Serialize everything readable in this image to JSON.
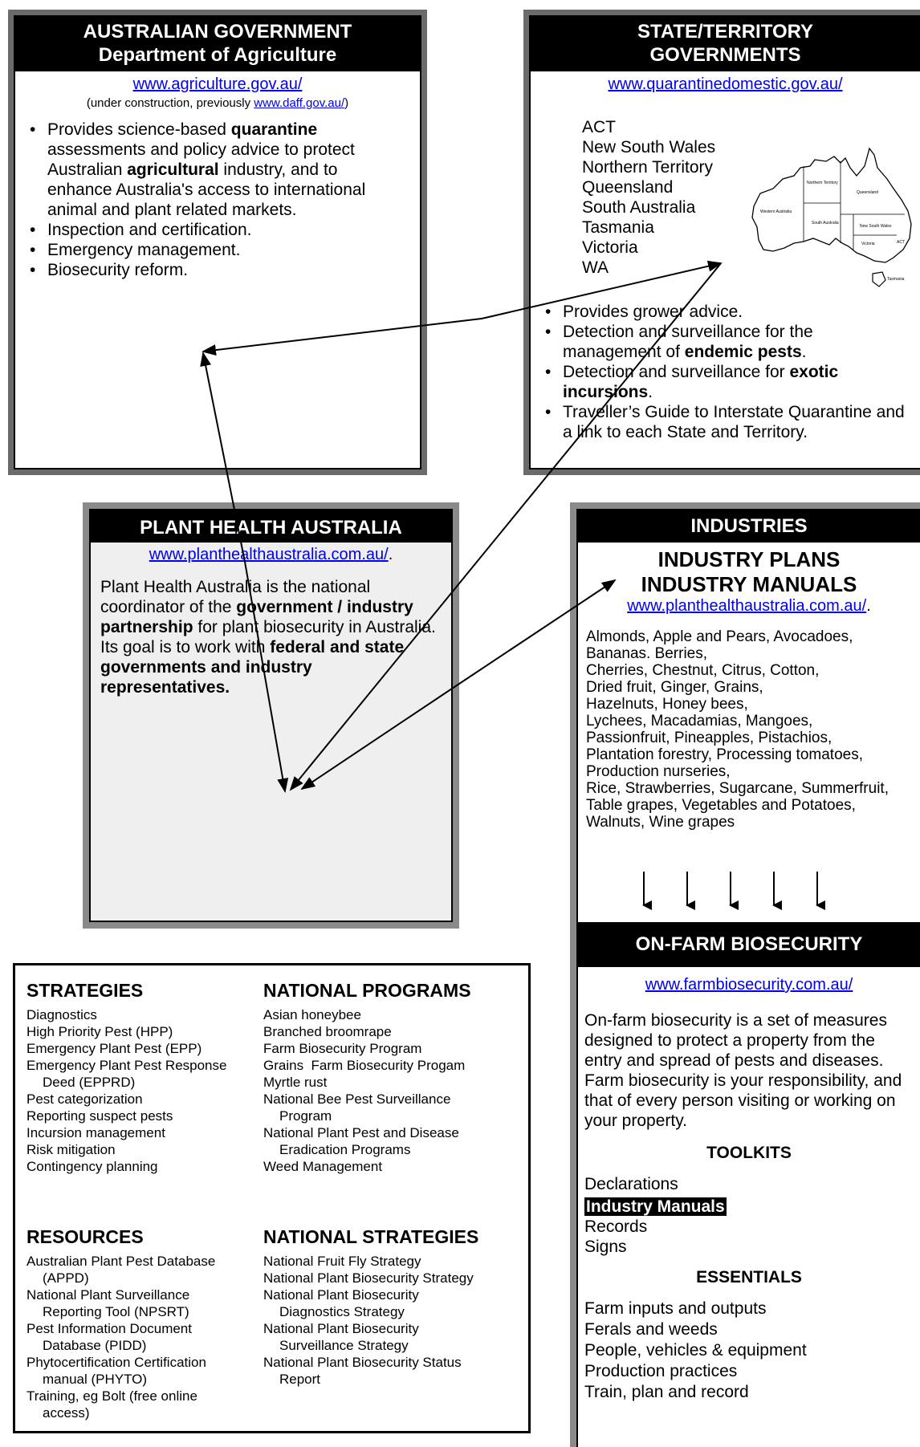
{
  "aus_gov": {
    "title_1": "AUSTRALIAN GOVERNMENT",
    "title_2": "Department of Agriculture",
    "url": "www.agriculture.gov.au/",
    "note_pre": "(under construction, previously ",
    "note_link": "www.daff.gov.au/",
    "note_post": ")",
    "bullets": [
      {
        "p1": "Provides science-based ",
        "b1": "quarantine",
        "p2": " assessments and policy advice to protect Australian ",
        "b2": "agricultural",
        "p3": " industry, and to enhance Australia's access to international animal and plant related markets."
      },
      {
        "p1": "Inspection and certification."
      },
      {
        "p1": "Emergency management."
      },
      {
        "p1": "Biosecurity reform."
      }
    ]
  },
  "state_gov": {
    "title_1": "STATE/TERRITORY",
    "title_2": "GOVERNMENTS",
    "url": "www.quarantinedomestic.gov.au/",
    "states": [
      "ACT",
      "New South Wales",
      "Northern Territory",
      "Queensland",
      "South Australia",
      "Tasmania",
      "Victoria",
      "WA"
    ],
    "map_labels": [
      "Northern Territory",
      "Queensland",
      "Western Australia",
      "South Australia",
      "New South Wales",
      "Victoria",
      "ACT",
      "Tasmania"
    ],
    "bullets": [
      {
        "p1": "Provides grower advice."
      },
      {
        "p1": "Detection and surveillance for the management of ",
        "b1": "endemic pests",
        "p2": "."
      },
      {
        "p1": "Detection and surveillance for ",
        "b1": "exotic incursions",
        "p2": "."
      },
      {
        "p1": "Traveller’s Guide to Interstate Quarantine and a link to each State and Territory."
      }
    ]
  },
  "pha": {
    "title": "PLANT HEALTH AUSTRALIA",
    "url": "www.planthealthaustralia.com.au/",
    "url_suffix": ".",
    "p1": "Plant Health Australia is the national coordinator of the ",
    "b1": "government / industry partnership",
    "p2": " for plant biosecurity in Australia.  Its goal is to work with ",
    "b2": "federal and state governments and industry representatives."
  },
  "industries": {
    "title": "INDUSTRIES",
    "sub_1": "INDUSTRY PLANS",
    "sub_2": "INDUSTRY MANUALS",
    "url": "www.planthealthaustralia.com.au/",
    "url_suffix": ".",
    "crops": [
      "Almonds, Apple and Pears, Avocadoes,",
      "Bananas. Berries,",
      "Cherries, Chestnut, Citrus, Cotton,",
      "Dried fruit, Ginger, Grains,",
      "Hazelnuts, Honey bees,",
      "Lychees, Macadamias, Mangoes,",
      "Passionfruit, Pineapples, Pistachios,",
      "Plantation forestry, Processing tomatoes,",
      "Production nurseries,",
      "Rice, Strawberries, Sugarcane, Summerfruit,",
      "Table grapes, Vegetables and Potatoes,",
      "Walnuts, Wine grapes"
    ]
  },
  "on_farm": {
    "title": "ON-FARM BIOSECURITY",
    "url": "www.farmbiosecurity.com.au/",
    "text": "On-farm biosecurity is a set of measures designed to protect a property from the entry and spread of pests and diseases. Farm biosecurity is your responsibility, and that of every person visiting or working on your property.",
    "toolkits_title": "TOOLKITS",
    "toolkits": [
      "Declarations",
      "Industry Manuals",
      "Records",
      "Signs"
    ],
    "essentials_title": "ESSENTIALS",
    "essentials": [
      "Farm inputs and outputs",
      "Ferals and weeds",
      "People, vehicles & equipment",
      "Production practices",
      "Train, plan and record"
    ]
  },
  "bottom": {
    "strategies_title": "STRATEGIES",
    "strategies": [
      "Diagnostics",
      "High Priority Pest (HPP)",
      "Emergency Plant Pest (EPP)",
      "Emergency Plant Pest Response",
      "Deed (EPPRD)",
      "Pest categorization",
      "Reporting suspect pests",
      "Incursion management",
      "Risk mitigation",
      "Contingency planning"
    ],
    "programs_title": "NATIONAL PROGRAMS",
    "programs": [
      "Asian honeybee",
      "Branched broomrape",
      "Farm Biosecurity Program",
      "Grains  Farm Biosecurity Progam",
      "Myrtle rust",
      "National Bee Pest Surveillance",
      "Program",
      "National Plant Pest and Disease",
      "Eradication Programs",
      "Weed Management"
    ],
    "resources_title": "RESOURCES",
    "resources": [
      "Australian Plant Pest Database",
      "(APPD)",
      "National Plant Surveillance",
      "Reporting Tool (NPSRT)",
      "Pest Information Document",
      "Database (PIDD)",
      "Phytocertification Certification",
      "manual (PHYTO)",
      "Training, eg Bolt (free online",
      "access)"
    ],
    "nat_strategies_title": "NATIONAL STRATEGIES",
    "nat_strategies": [
      "National Fruit Fly Strategy",
      "National Plant Biosecurity Strategy",
      "National Plant Biosecurity",
      "Diagnostics Strategy",
      "National Plant Biosecurity",
      "Surveillance Strategy",
      "National Plant Biosecurity Status",
      "Report"
    ]
  }
}
